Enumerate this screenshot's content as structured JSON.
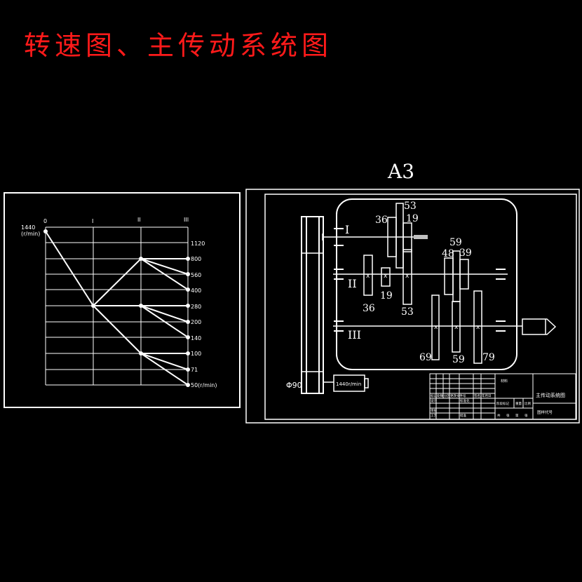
{
  "title": "转速图、主传动系统图",
  "sheet_label": "A3",
  "speed_chart": {
    "axis_labels": [
      "0",
      "I",
      "II",
      "III"
    ],
    "input_label_speed": "1440",
    "input_label_unit": "(r/min)",
    "speeds": [
      "1120",
      "800",
      "560",
      "400",
      "280",
      "200",
      "140",
      "100",
      "71",
      "50(r/min)"
    ]
  },
  "transmission": {
    "shafts": [
      "I",
      "II",
      "III"
    ],
    "gears": {
      "g36_top": "36",
      "g53_top": "53",
      "g19_top": "19",
      "g36_mid": "36",
      "g19_mid": "19",
      "g53_mid": "53",
      "g59_top": "59",
      "g48": "48",
      "g39": "39",
      "g69": "69",
      "g59_bot": "59",
      "g79": "79"
    },
    "pulley": "Φ90",
    "motor": "1440r/min"
  },
  "title_block": {
    "material": "材料",
    "drawing_name": "主传动系统图",
    "drawing_code": "图样代号",
    "row_labels": [
      "标记",
      "处数",
      "分区",
      "更改文件号",
      "签名",
      "年月日"
    ],
    "left_labels": [
      "设计",
      "标准化",
      "审核",
      "工艺"
    ],
    "stage_labels": [
      "阶段标记",
      "重量",
      "比例"
    ],
    "sheet_labels": [
      "共",
      "张",
      "第",
      "张"
    ],
    "approve": "批准"
  }
}
